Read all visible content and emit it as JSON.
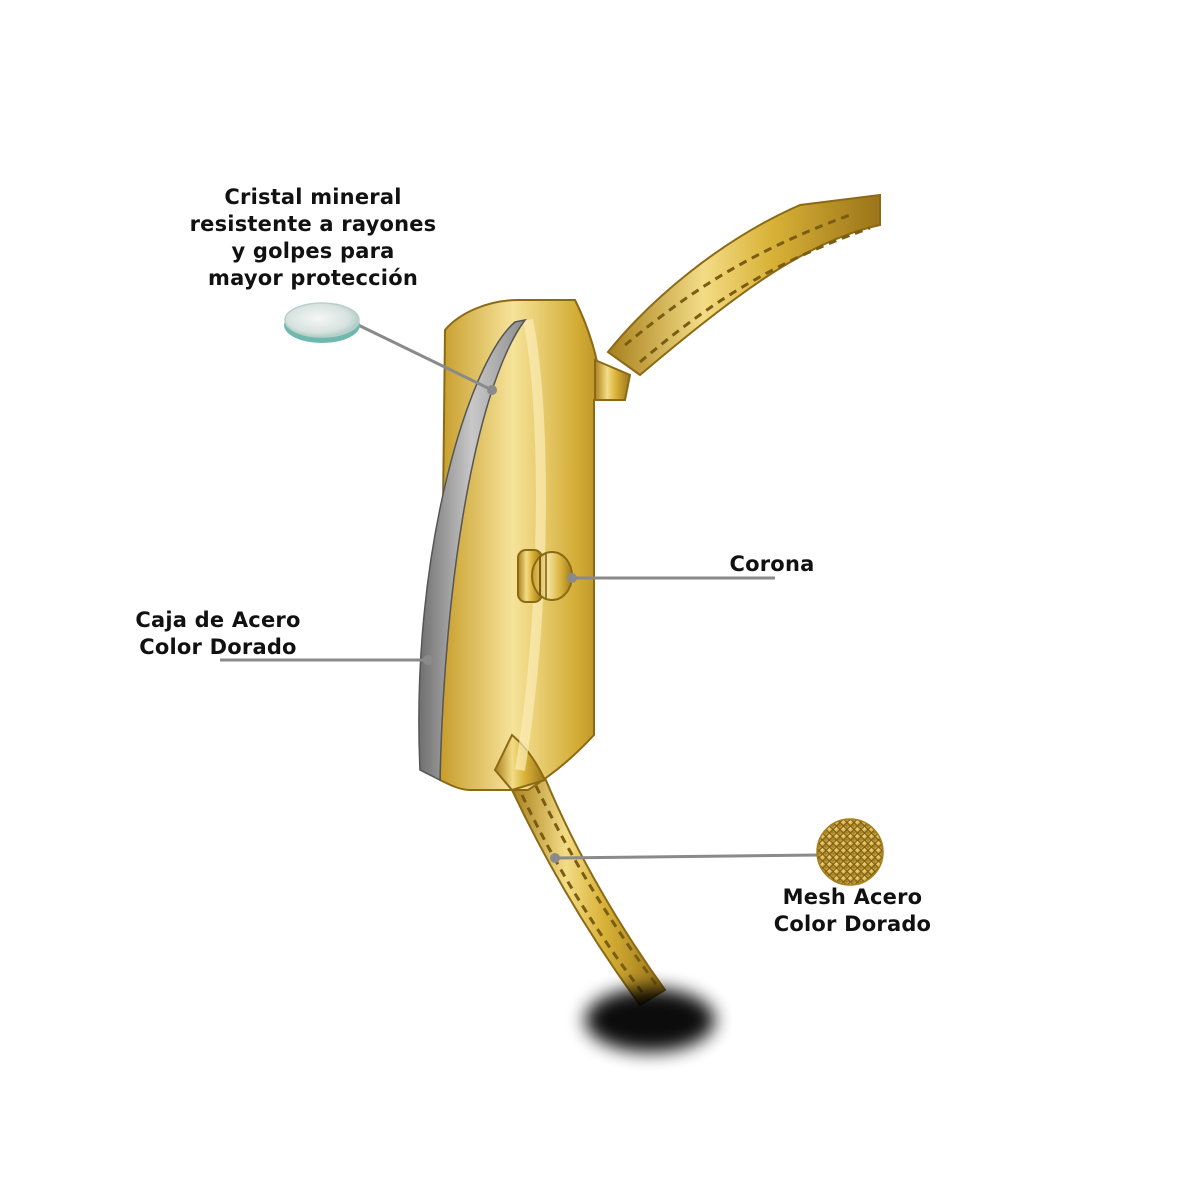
{
  "annotations": {
    "crystal": {
      "lines": [
        "Cristal mineral",
        "resistente a rayones",
        "y golpes para",
        "mayor protección"
      ],
      "icon": "glass-crystal-icon"
    },
    "crown": {
      "lines": [
        "Corona"
      ]
    },
    "case": {
      "lines": [
        "Caja de Acero",
        "Color Dorado"
      ]
    },
    "mesh": {
      "lines": [
        "Mesh Acero",
        "Color Dorado"
      ],
      "icon": "gold-mesh-swatch-icon"
    }
  },
  "colors": {
    "gold": "#d9b237",
    "gold_dark": "#a8801c",
    "gold_light": "#f3dc86",
    "leader_line": "#8a8a8a",
    "text": "#111111"
  }
}
